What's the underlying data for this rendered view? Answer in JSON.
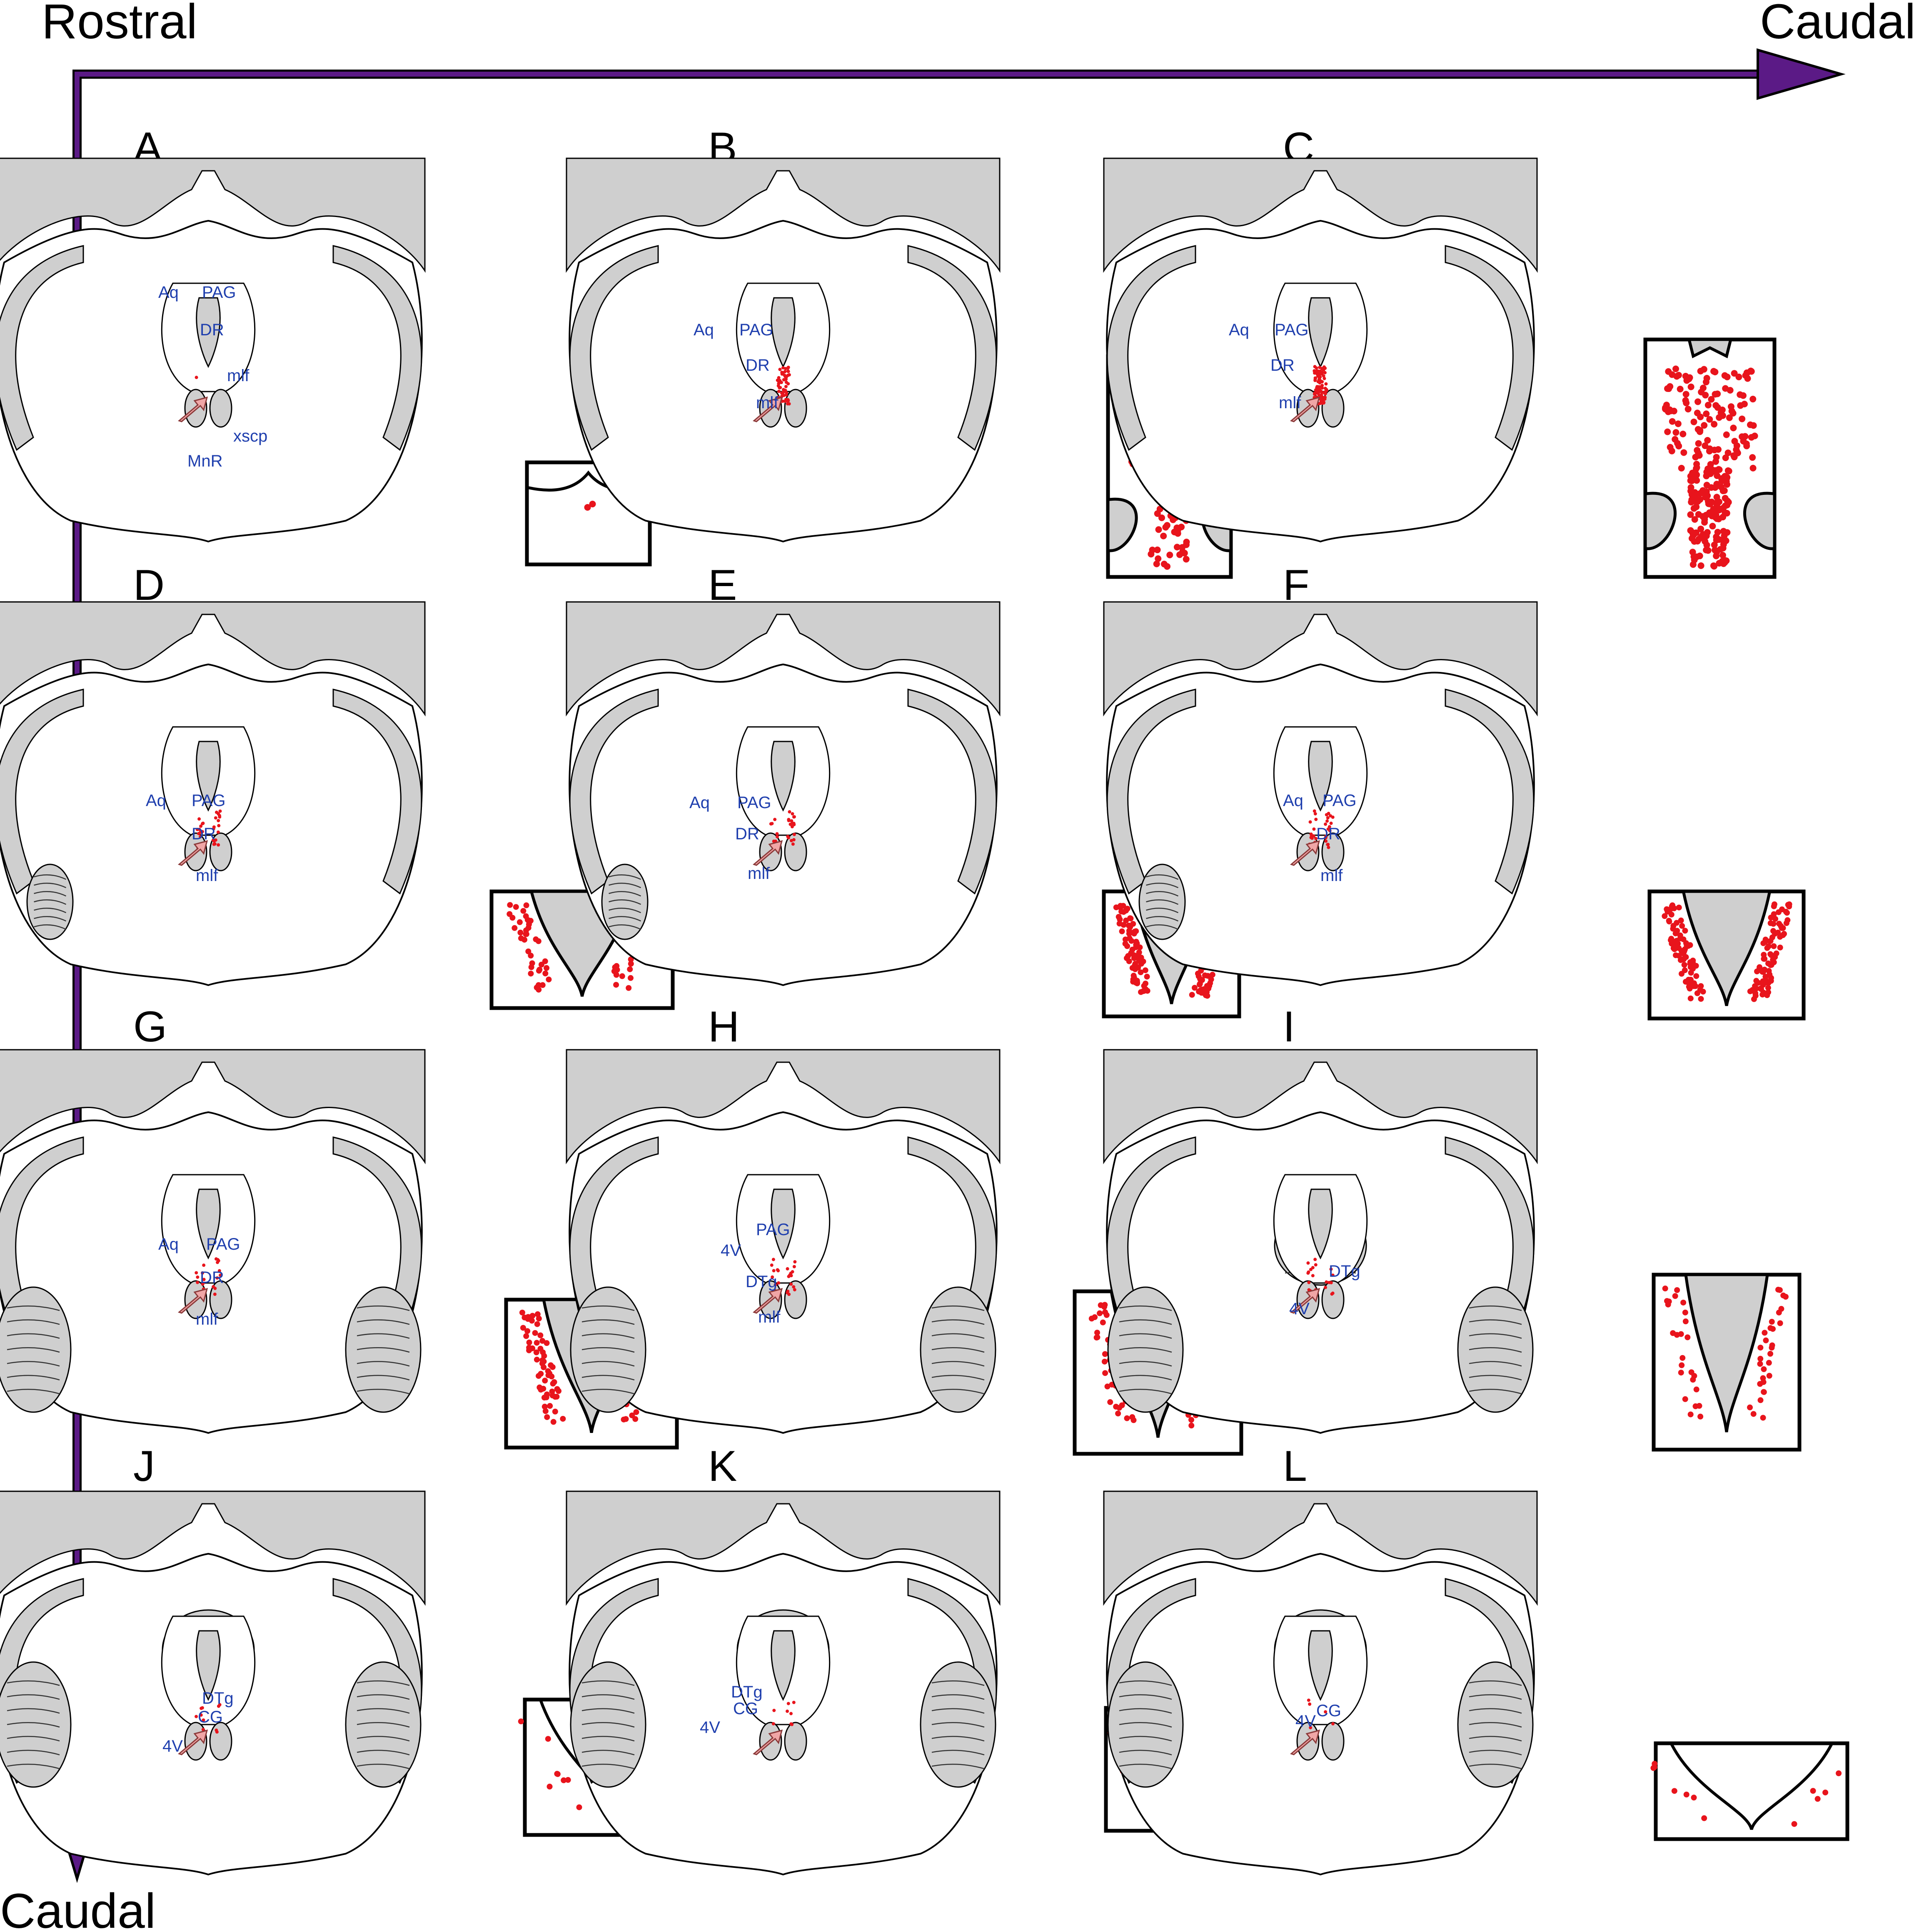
{
  "axes": {
    "rostral": "Rostral",
    "caudal_right": "Caudal",
    "caudal_bottom": "Caudal",
    "arrow_color": "#5b1a86"
  },
  "colors": {
    "gray_matter": "#cfcfcf",
    "label_blue": "#1f3fae",
    "cell_red": "#e8141c",
    "pointer_pink": "#f0a6a6"
  },
  "panels": [
    {
      "letter": "A",
      "labels": [
        "Aq",
        "PAG",
        "DR",
        "mlf",
        "xscp",
        "MnR"
      ]
    },
    {
      "letter": "B",
      "labels": [
        "Aq",
        "PAG",
        "DR",
        "mlf"
      ]
    },
    {
      "letter": "C",
      "labels": [
        "Aq",
        "PAG",
        "DR",
        "mlf"
      ]
    },
    {
      "letter": "D",
      "labels": [
        "Aq",
        "PAG",
        "DR",
        "mlf"
      ]
    },
    {
      "letter": "E",
      "labels": [
        "Aq",
        "PAG",
        "DR",
        "mlf"
      ]
    },
    {
      "letter": "F",
      "labels": [
        "Aq",
        "PAG",
        "DR",
        "mlf"
      ]
    },
    {
      "letter": "G",
      "labels": [
        "Aq",
        "PAG",
        "DR",
        "mlf"
      ]
    },
    {
      "letter": "H",
      "labels": [
        "PAG",
        "4V",
        "DTg",
        "mlf"
      ]
    },
    {
      "letter": "I",
      "labels": [
        "DTg",
        "4V"
      ]
    },
    {
      "letter": "J",
      "labels": [
        "DTg",
        "CG",
        "4V"
      ]
    },
    {
      "letter": "K",
      "labels": [
        "DTg",
        "CG",
        "4V"
      ]
    },
    {
      "letter": "L",
      "labels": [
        "4V",
        "CG"
      ]
    }
  ]
}
